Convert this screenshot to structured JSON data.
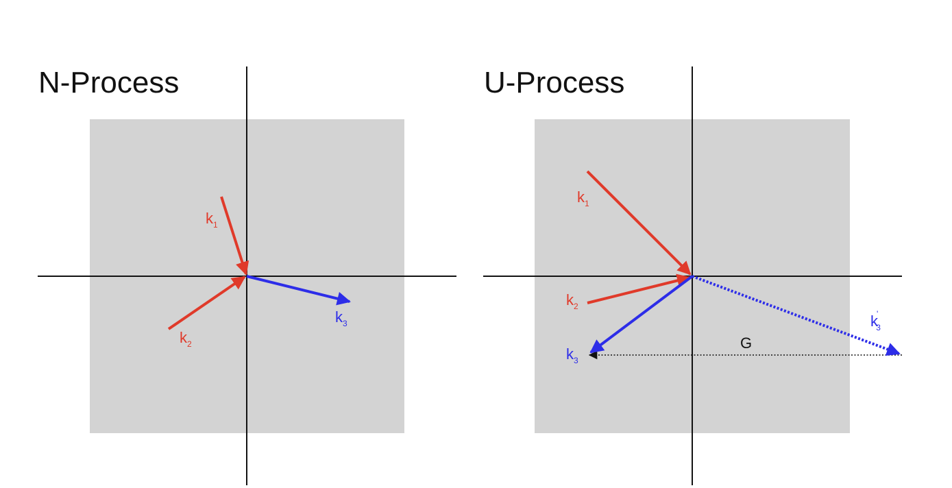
{
  "panels": {
    "normal": {
      "title": "N-Process",
      "vectors": {
        "k1": {
          "symbol": "k",
          "sub": "1",
          "prime": ""
        },
        "k2": {
          "symbol": "k",
          "sub": "2",
          "prime": ""
        },
        "k3": {
          "symbol": "k",
          "sub": "3",
          "prime": ""
        }
      }
    },
    "umklapp": {
      "title": "U-Process",
      "vectors": {
        "k1": {
          "symbol": "k",
          "sub": "1",
          "prime": ""
        },
        "k2": {
          "symbol": "k",
          "sub": "2",
          "prime": ""
        },
        "k3": {
          "symbol": "k",
          "sub": "3",
          "prime": ""
        },
        "k3_prime": {
          "symbol": "k",
          "sub": "3",
          "prime": "'"
        }
      },
      "reciprocal_vector_label": "G"
    }
  },
  "colors": {
    "incoming": "#e03a2a",
    "outgoing": "#2d2de8",
    "zone": "#d3d3d3",
    "axes": "#111111"
  }
}
